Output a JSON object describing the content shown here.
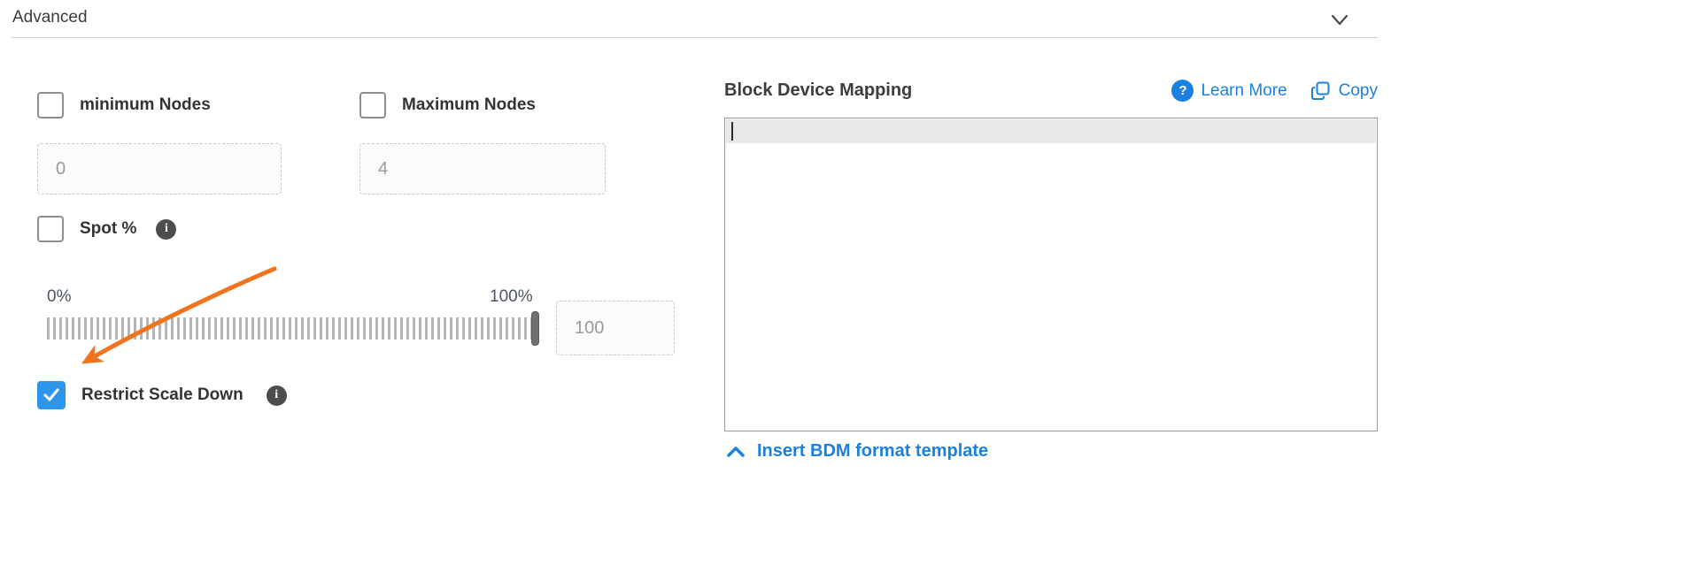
{
  "header": {
    "title": "Advanced"
  },
  "form": {
    "min_nodes": {
      "label": "minimum Nodes",
      "checked": false,
      "value": "0"
    },
    "max_nodes": {
      "label": "Maximum Nodes",
      "checked": false,
      "value": "4"
    },
    "spot": {
      "label": "Spot %",
      "checked": false
    },
    "slider": {
      "min_label": "0%",
      "max_label": "100%",
      "value": "100",
      "position_percent": 100
    },
    "restrict": {
      "label": "Restrict Scale Down",
      "checked": true
    }
  },
  "bdm": {
    "title": "Block Device Mapping",
    "learn_more_label": "Learn More",
    "copy_label": "Copy",
    "insert_template_label": "Insert BDM format template",
    "editor_value": ""
  },
  "icons": {
    "info_glyph": "i",
    "question_glyph": "?"
  },
  "colors": {
    "link_blue": "#1b80e0",
    "checkbox_blue": "#2d95ec",
    "annotation_orange": "#f0741e",
    "divider_gray": "#cccccc"
  }
}
